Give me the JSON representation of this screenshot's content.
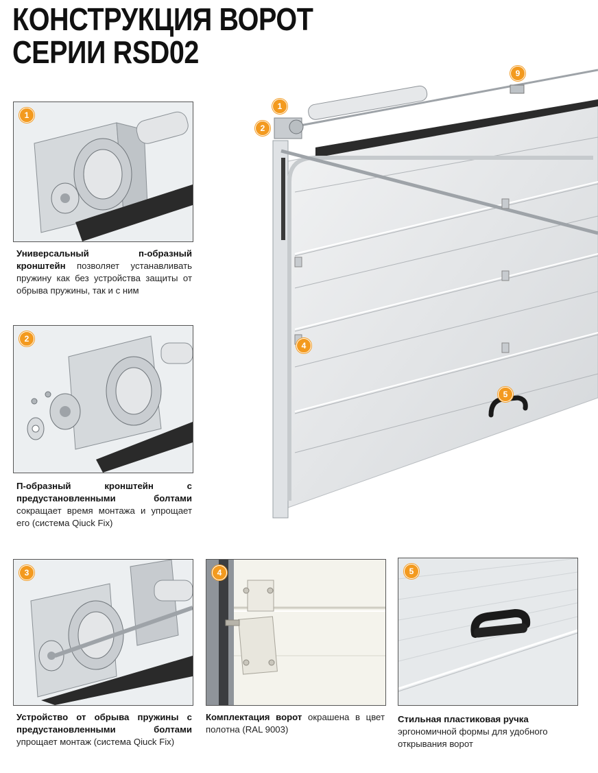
{
  "header": {
    "title_line1": "КОНСТРУКЦИЯ ВОРОТ",
    "title_line2": "СЕРИИ RSD02"
  },
  "diagram": {
    "callouts": [
      "1",
      "2",
      "4",
      "5",
      "9"
    ]
  },
  "features": [
    {
      "number": "1",
      "bold": "Универсальный п-образный кронштейн",
      "text": " позволяет устанавливать пружину как без устройства защиты от обрыва пружины, так и с ним"
    },
    {
      "number": "2",
      "bold": "П-образный кронштейн с предустановленными болтами",
      "text": " сокращает время монтажа и упрощает его (система Qiuck Fix)"
    },
    {
      "number": "3",
      "bold": "Устройство от обрыва пружины с предустановленными болтами",
      "text": " упрощает монтаж (система Qiuck Fix)"
    },
    {
      "number": "4",
      "bold": "Комплектация ворот",
      "text": " окрашена в цвет полотна (RAL 9003)"
    },
    {
      "number": "5",
      "bold": "Стильная пластиковая ручка",
      "text": " эргономичной формы для удобного открывания ворот"
    }
  ],
  "colors": {
    "accent": "#f39a1f",
    "text": "#111111"
  }
}
